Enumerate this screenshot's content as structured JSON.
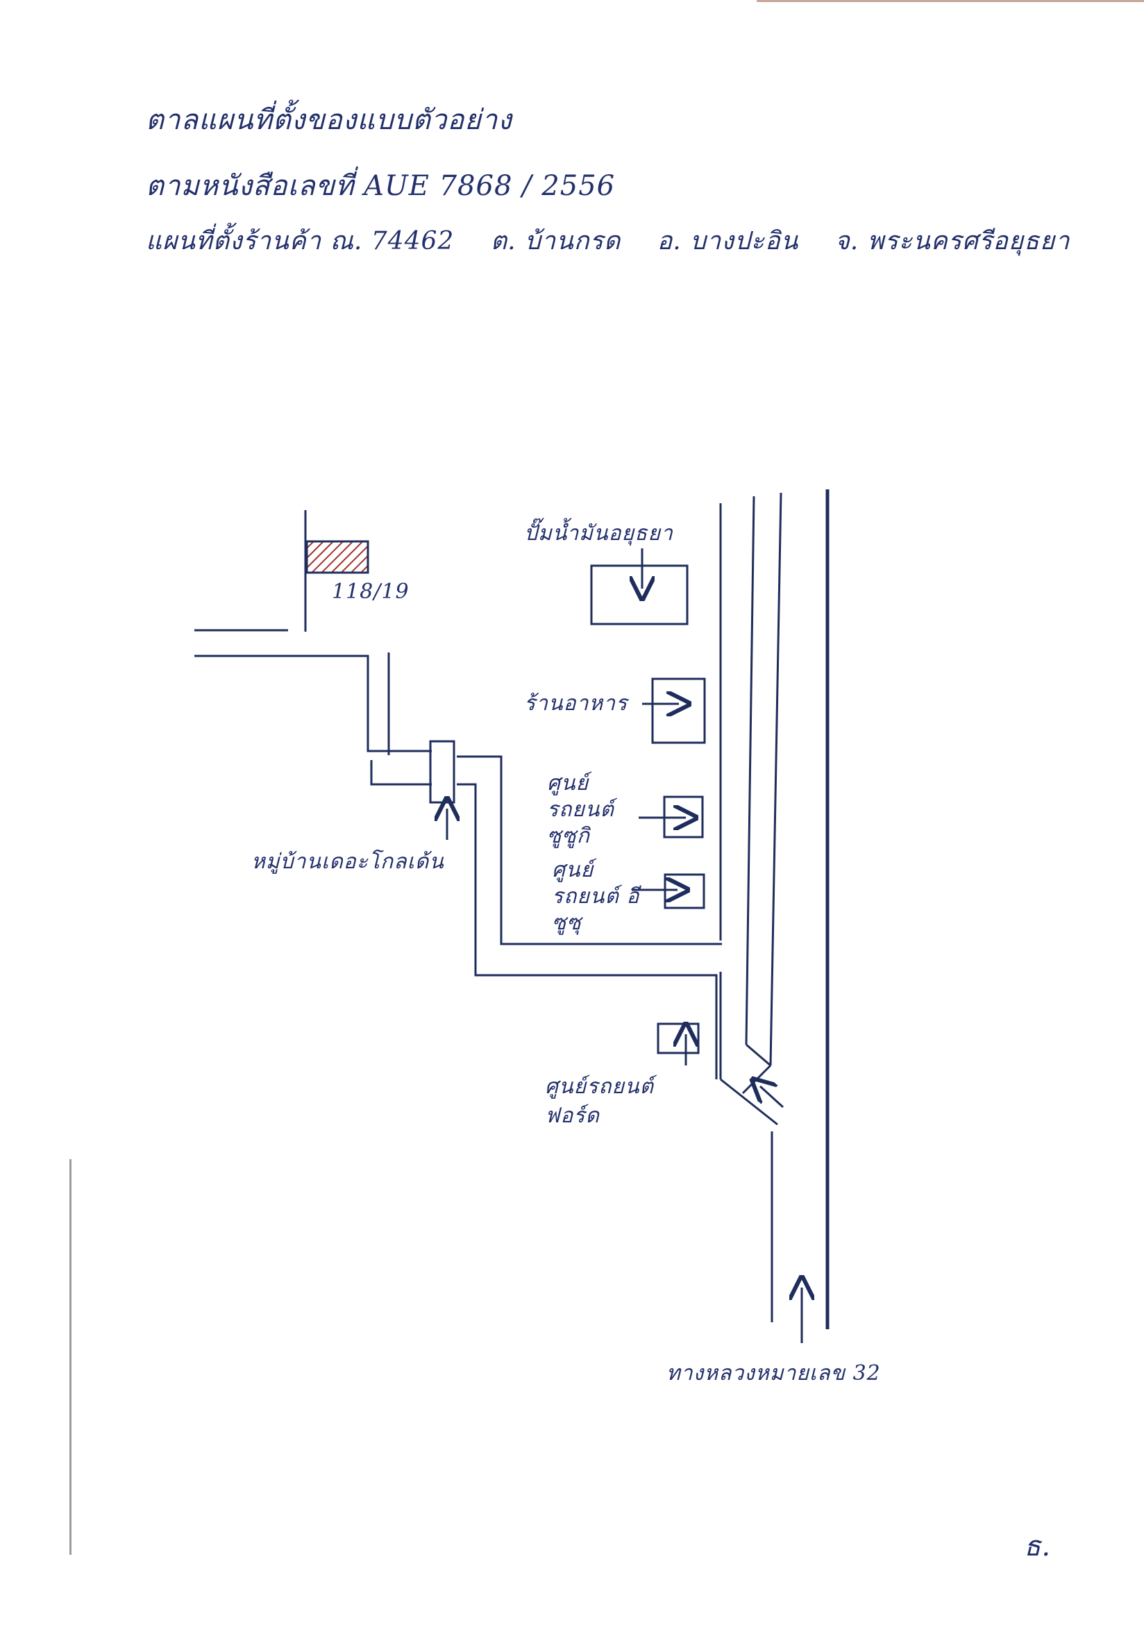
{
  "header": {
    "line1": "ตาลแผนที่ตั้งของแบบตัวอย่าง",
    "line2": "ตามหนังสือเลขที่ AUE 7868 / 2556",
    "line3_parts": [
      "แผนที่ตั้งร้านค้า ณ. 74462",
      "ต. บ้านกรด",
      "อ. บางปะอิน",
      "จ. พระนครศรีอยุธยา"
    ]
  },
  "map": {
    "house_number": "118/19",
    "labels": {
      "station_top": "ปั๊มน้ำมันอยุธยา",
      "shop_1": "ร้านอาหาร",
      "shop_2": "ศูนย์รถยนต์ ซูซูกิ",
      "shop_3": "ศูนย์รถยนต์ อีซูซุ",
      "shop_4": "ศูนย์รถยนต์ ฟอร์ด",
      "village": "หมู่บ้านเดอะโกลเด้น",
      "highway": "ทางหลวงหมายเลข 32"
    }
  },
  "footer": {
    "signature": "ธ."
  },
  "colors": {
    "ink": "#1f2d5c",
    "hatch": "#a0302a"
  }
}
